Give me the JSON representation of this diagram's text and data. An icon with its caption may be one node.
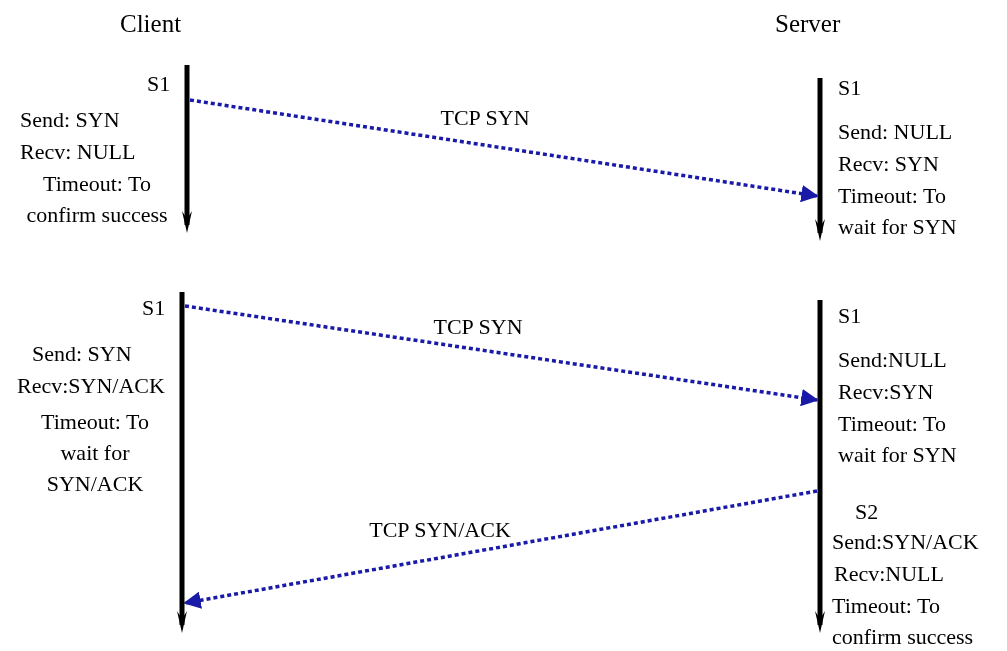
{
  "diagram": {
    "nodes": [
      {
        "text": [],
        "shape": "bar"
      },
      {
        "text": [],
        "shape": "bar"
      },
      {
        "text": [],
        "shape": "bar"
      },
      {
        "text": [],
        "shape": "bar"
      }
    ],
    "edges": [
      {
        "from": 0,
        "to": 1,
        "arrow": "to",
        "label": "TCP SYN",
        "style": "dashed"
      },
      {
        "from": 2,
        "to": 3,
        "arrow": "to",
        "label": "TCP SYN",
        "style": "dashed"
      },
      {
        "from": 3,
        "to": 2,
        "arrow": "to",
        "label": "TCP SYN/ACK",
        "style": "dashed"
      }
    ],
    "labels": [
      "Client",
      "Server",
      "S1",
      "Send: SYN",
      "Recv: NULL",
      "Timeout: To confirm success",
      "S1",
      "Send: NULL",
      "Recv: SYN",
      "Timeout: To wait for SYN",
      "S1",
      "Send: SYN",
      "Recv:SYN/ACK",
      "Timeout: To wait for SYN/ACK",
      "S1",
      "Send:NULL",
      "Recv:SYN",
      "Timeout: To wait for SYN",
      "S2",
      "Send:SYN/ACK",
      "Recv:NULL",
      "Timeout: To confirm success"
    ]
  }
}
